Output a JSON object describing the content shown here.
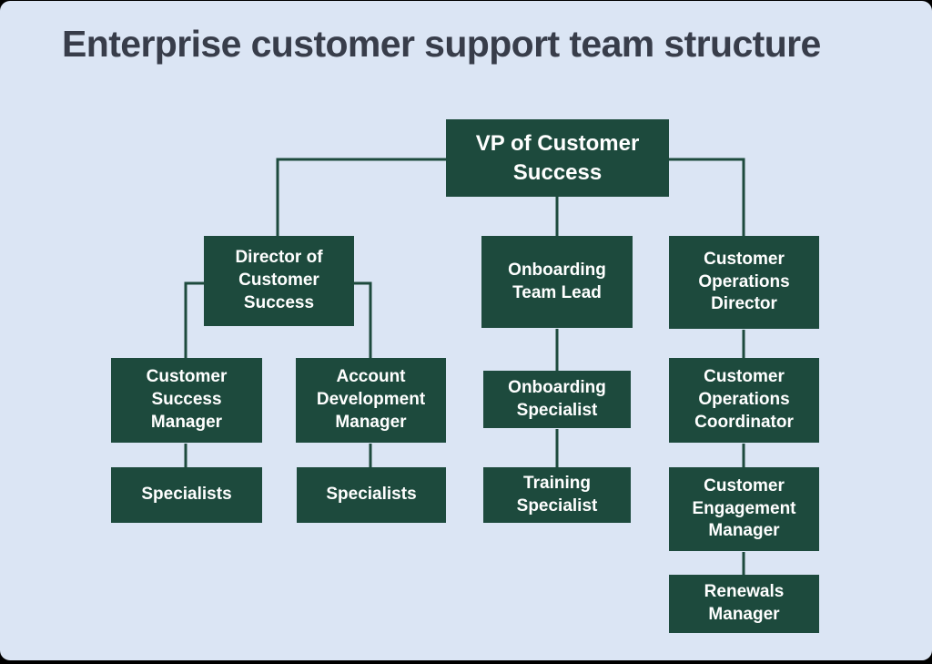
{
  "header": {
    "title": "Enterprise customer support team structure"
  },
  "colors": {
    "frame": "#000000",
    "background": "#dbe5f4",
    "node_fill": "#1d4a3d",
    "node_text": "#ffffff",
    "connector": "#1d4a3d",
    "title_text": "#383d4a"
  },
  "diagram": {
    "type": "org-chart",
    "nodes": [
      {
        "id": "vp",
        "label": "VP of Customer Success",
        "lines": [
          "VP of Customer",
          "Success"
        ],
        "parent": null
      },
      {
        "id": "director",
        "label": "Director of Customer Success",
        "lines": [
          "Director of",
          "Customer",
          "Success"
        ],
        "parent": "vp"
      },
      {
        "id": "onboarding-lead",
        "label": "Onboarding Team Lead",
        "lines": [
          "Onboarding",
          "Team Lead"
        ],
        "parent": "vp"
      },
      {
        "id": "ops-director",
        "label": "Customer Operations Director",
        "lines": [
          "Customer",
          "Operations",
          "Director"
        ],
        "parent": "vp"
      },
      {
        "id": "csm",
        "label": "Customer Success Manager",
        "lines": [
          "Customer",
          "Success",
          "Manager"
        ],
        "parent": "director"
      },
      {
        "id": "adm",
        "label": "Account Development Manager",
        "lines": [
          "Account",
          "Development",
          "Manager"
        ],
        "parent": "director"
      },
      {
        "id": "specialists-csm",
        "label": "Specialists",
        "lines": [
          "Specialists"
        ],
        "parent": "csm"
      },
      {
        "id": "specialists-adm",
        "label": "Specialists",
        "lines": [
          "Specialists"
        ],
        "parent": "adm"
      },
      {
        "id": "onboarding-spec",
        "label": "Onboarding Specialist",
        "lines": [
          "Onboarding",
          "Specialist"
        ],
        "parent": "onboarding-lead"
      },
      {
        "id": "training-spec",
        "label": "Training Specialist",
        "lines": [
          "Training",
          "Specialist"
        ],
        "parent": "onboarding-spec"
      },
      {
        "id": "ops-coordinator",
        "label": "Customer Operations Coordinator",
        "lines": [
          "Customer",
          "Operations",
          "Coordinator"
        ],
        "parent": "ops-director"
      },
      {
        "id": "engagement-mgr",
        "label": "Customer Engagement Manager",
        "lines": [
          "Customer",
          "Engagement",
          "Manager"
        ],
        "parent": "ops-coordinator"
      },
      {
        "id": "renewals-mgr",
        "label": "Renewals Manager",
        "lines": [
          "Renewals",
          "Manager"
        ],
        "parent": "engagement-mgr"
      }
    ]
  }
}
